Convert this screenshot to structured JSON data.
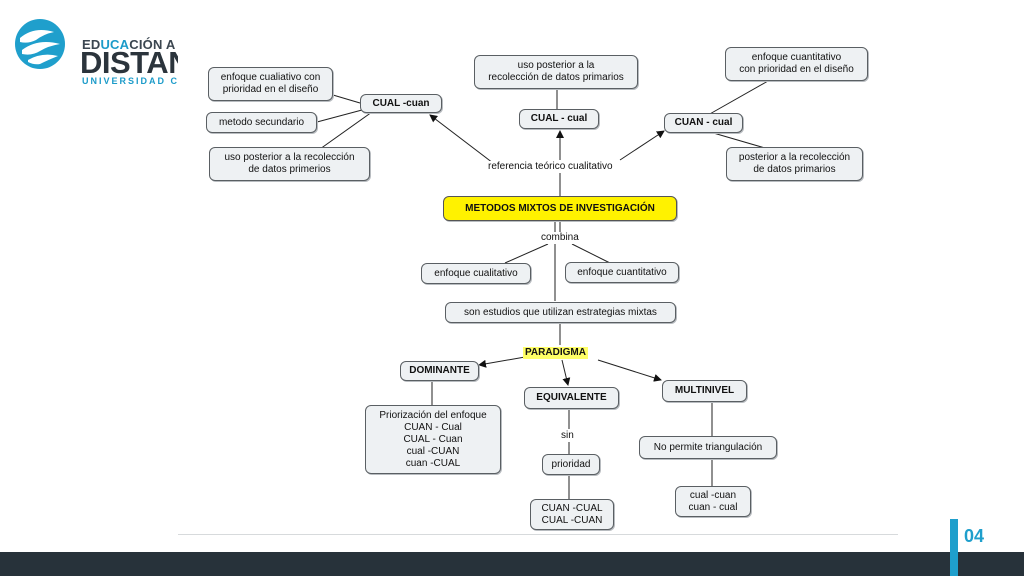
{
  "logo": {
    "line1_a": "ED",
    "line1_b": "UCA",
    "line1_c": "CIÓN A",
    "line2": "DISTANCIA",
    "line3": "UNIVERSIDAD CUAUHTÉMOC",
    "mark": "wave-logo-icon"
  },
  "colors": {
    "accent": "#1f9fcc",
    "footer": "#27323a",
    "main_node": "#fff200"
  },
  "nodes": {
    "enfoque_cualitativo_prioridad": "enfoque cualiativo con\nprioridad en el diseño",
    "cual_cuan": "CUAL  -cuan",
    "metodo_secundario": "metodo secundario",
    "uso_posterior_left": "uso posterior  a  la recolección\nde datos  primerios",
    "uso_posterior_top": "uso posterior a la\nrecolección de datos primarios",
    "cual_cual": "CUAL  - cual",
    "enfoque_cuantitativo_prioridad": "enfoque cuantitativo\ncon prioridad en el diseño",
    "cuan_cual": "CUAN - cual",
    "posterior_right": "posterior a la recolección\nde datos primarios",
    "metodos_mixtos": "METODOS  MIXTOS  DE  INVESTIGACIÓN",
    "enfoque_cualitativo": "enfoque cualitativo",
    "enfoque_cuantitativo": "enfoque cuantitativo",
    "son_estudios": "son estudios que utilizan estrategias mixtas",
    "dominante": "DOMINANTE",
    "equivalente": "EQUIVALENTE",
    "multinivel": "MULTINIVEL",
    "priorizacion": "Priorización del enfoque\nCUAN -  Cual\nCUAL  - Cuan\ncual  -CUAN\ncuan -CUAL",
    "prioridad": "prioridad",
    "cuan_cual_box": "CUAN  -CUAL\nCUAL -CUAN",
    "no_permite": "No permite  triangulación",
    "cual_cuan_box": "cual  -cuan\ncuan  - cual"
  },
  "labels": {
    "referencia": "referencia teórico cualitativo",
    "combina": "combina",
    "paradigma": "PARADIGMA",
    "sin": "sin"
  },
  "page": {
    "number": "04"
  }
}
